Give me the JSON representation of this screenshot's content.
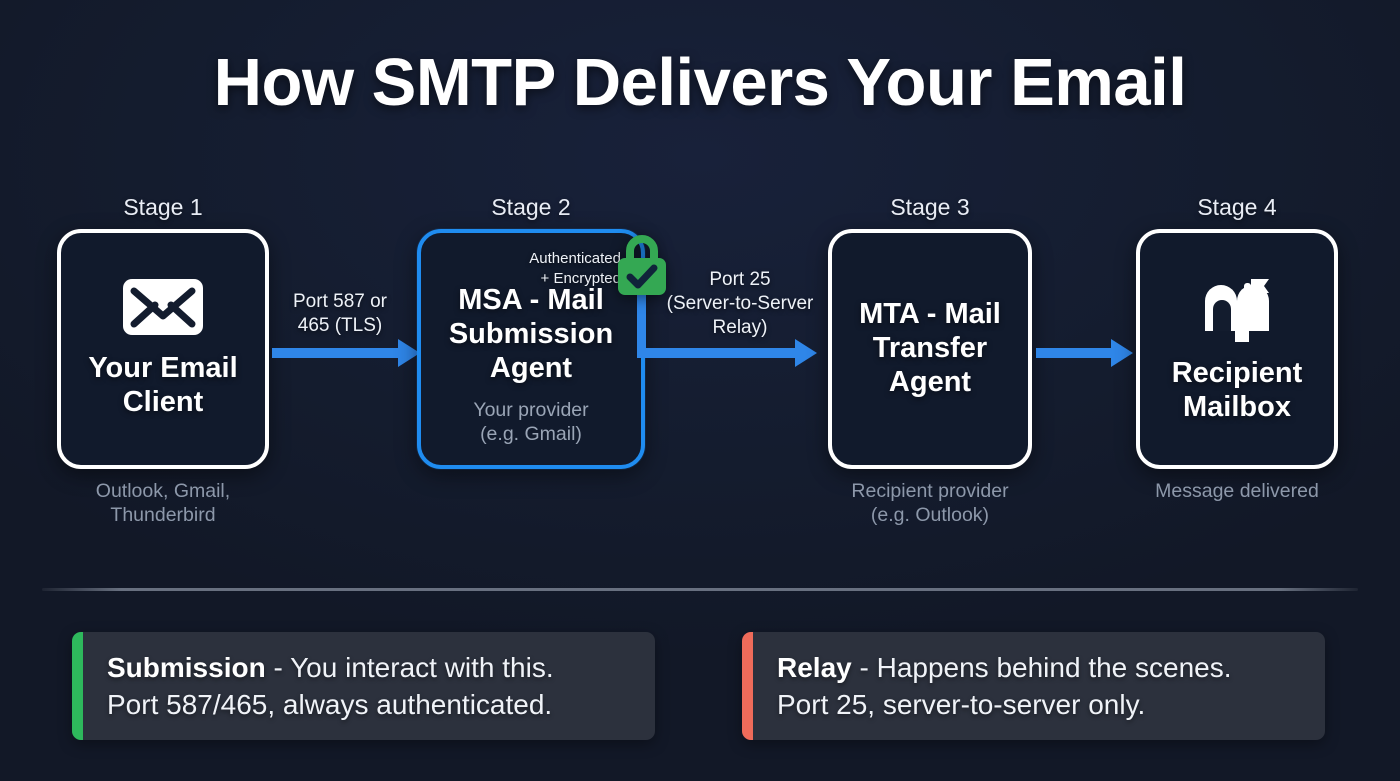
{
  "title": "How SMTP Delivers Your Email",
  "colors": {
    "background": "#141c2e",
    "accent_blue": "#2f86e8",
    "node_border": "#ffffff",
    "lock_green": "#34a853",
    "submission_green": "#2eb85c",
    "relay_red": "#ef6b5a",
    "muted_text": "#8d98aa"
  },
  "stages": [
    {
      "label": "Stage 1",
      "title": "Your Email\nClient",
      "title_line1": "Your Email",
      "title_line2": "Client",
      "caption": "Outlook, Gmail,\nThunderbird",
      "caption_line1": "Outlook, Gmail,",
      "caption_line2": "Thunderbird",
      "icon": "envelope-icon",
      "highlighted": false
    },
    {
      "label": "Stage 2",
      "title_line1": "MSA - Mail",
      "title_line2": "Submission",
      "title_line3": "Agent",
      "badge_line1": "Authenticated",
      "badge_line2": "+ Encrypted",
      "sub_line1": "Your provider",
      "sub_line2": "(e.g. Gmail)",
      "icon": "lock-check-icon",
      "highlighted": true
    },
    {
      "label": "Stage 3",
      "title_line1": "MTA - Mail",
      "title_line2": "Transfer",
      "title_line3": "Agent",
      "caption_line1": "Recipient provider",
      "caption_line2": "(e.g. Outlook)",
      "highlighted": false
    },
    {
      "label": "Stage 4",
      "title_line1": "Recipient",
      "title_line2": "Mailbox",
      "caption_line1": "Message delivered",
      "icon": "mailbox-icon",
      "highlighted": false
    }
  ],
  "connectors": [
    {
      "line1": "Port 587 or",
      "line2": "465 (TLS)",
      "line3": ""
    },
    {
      "line1": "Port 25",
      "line2": "(Server-to-Server",
      "line3": "Relay)"
    },
    {
      "line1": "",
      "line2": "",
      "line3": ""
    }
  ],
  "legend": [
    {
      "term": "Submission",
      "rest_line1": " - You interact with this.",
      "line2": "Port 587/465, always authenticated.",
      "bar_color": "#2eb85c"
    },
    {
      "term": "Relay",
      "rest_line1": " - Happens behind the scenes.",
      "line2": "Port 25, server-to-server only.",
      "bar_color": "#ef6b5a"
    }
  ]
}
